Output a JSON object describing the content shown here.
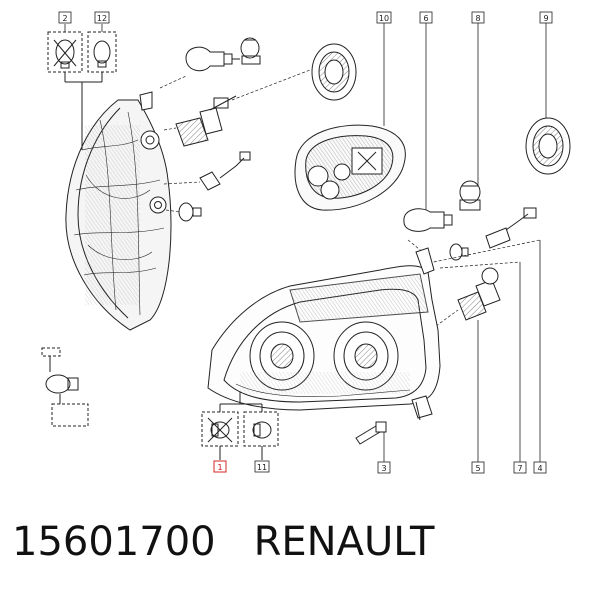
{
  "caption": {
    "part_number": "15601700",
    "brand": "RENAULT"
  },
  "callouts": {
    "c1": "1",
    "c2": "2",
    "c3": "3",
    "c4": "4",
    "c5": "5",
    "c6": "6",
    "c7": "7",
    "c8": "8",
    "c9": "9",
    "c10": "10",
    "c11": "11",
    "c12": "12"
  },
  "colors": {
    "line": "#222222",
    "highlight": "#d01010",
    "hatch": "#777777"
  }
}
